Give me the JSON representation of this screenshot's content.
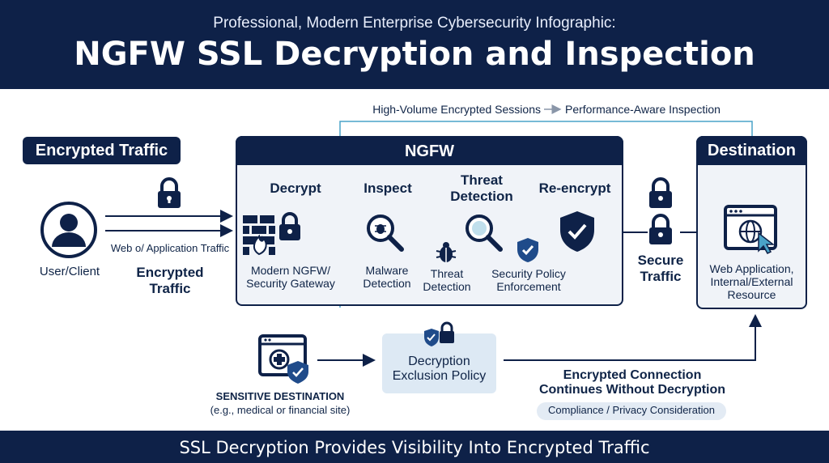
{
  "header": {
    "subtitle": "Professional, Modern Enterprise Cybersecurity Infographic:",
    "title": "NGFW SSL Decryption and Inspection"
  },
  "top_note": {
    "left": "High-Volume Encrypted Sessions",
    "right": "Performance-Aware Inspection"
  },
  "client": {
    "badge": "Encrypted Traffic",
    "label": "User/Client",
    "flow_label": "Web o/ Application Traffic",
    "traffic_label": "Encrypted\nTraffic"
  },
  "ngfw": {
    "title": "NGFW",
    "steps": [
      "Decrypt",
      "Inspect",
      "Threat\nDetection",
      "Re-encrypt"
    ],
    "gateway_label": "Modern NGFW/\nSecurity Gateway",
    "malware_label": "Malware\nDetection",
    "threat_label": "Threat\nDetection",
    "policy_label": "Security Policy\nEnforcement"
  },
  "secure_traffic": "Secure\nTraffic",
  "destination": {
    "title": "Destination",
    "label": "Web Application,\nInternal/External\nResource"
  },
  "bottom": {
    "sensitive_title": "SENSITIVE DESTINATION",
    "sensitive_sub": "(e.g., medical or financial site)",
    "exclusion": "Decryption\nExclusion Policy",
    "bypass": "Encrypted Connection\nContinues Without Decryption",
    "compliance": "Compliance / Privacy Consideration"
  },
  "footer": "SSL Decryption Provides Visibility Into Encrypted Traffic",
  "colors": {
    "navy": "#0e2148",
    "teal_line": "#4aa3c8",
    "light_panel": "#f0f3f8",
    "exclusion_bg": "#dde9f4"
  }
}
